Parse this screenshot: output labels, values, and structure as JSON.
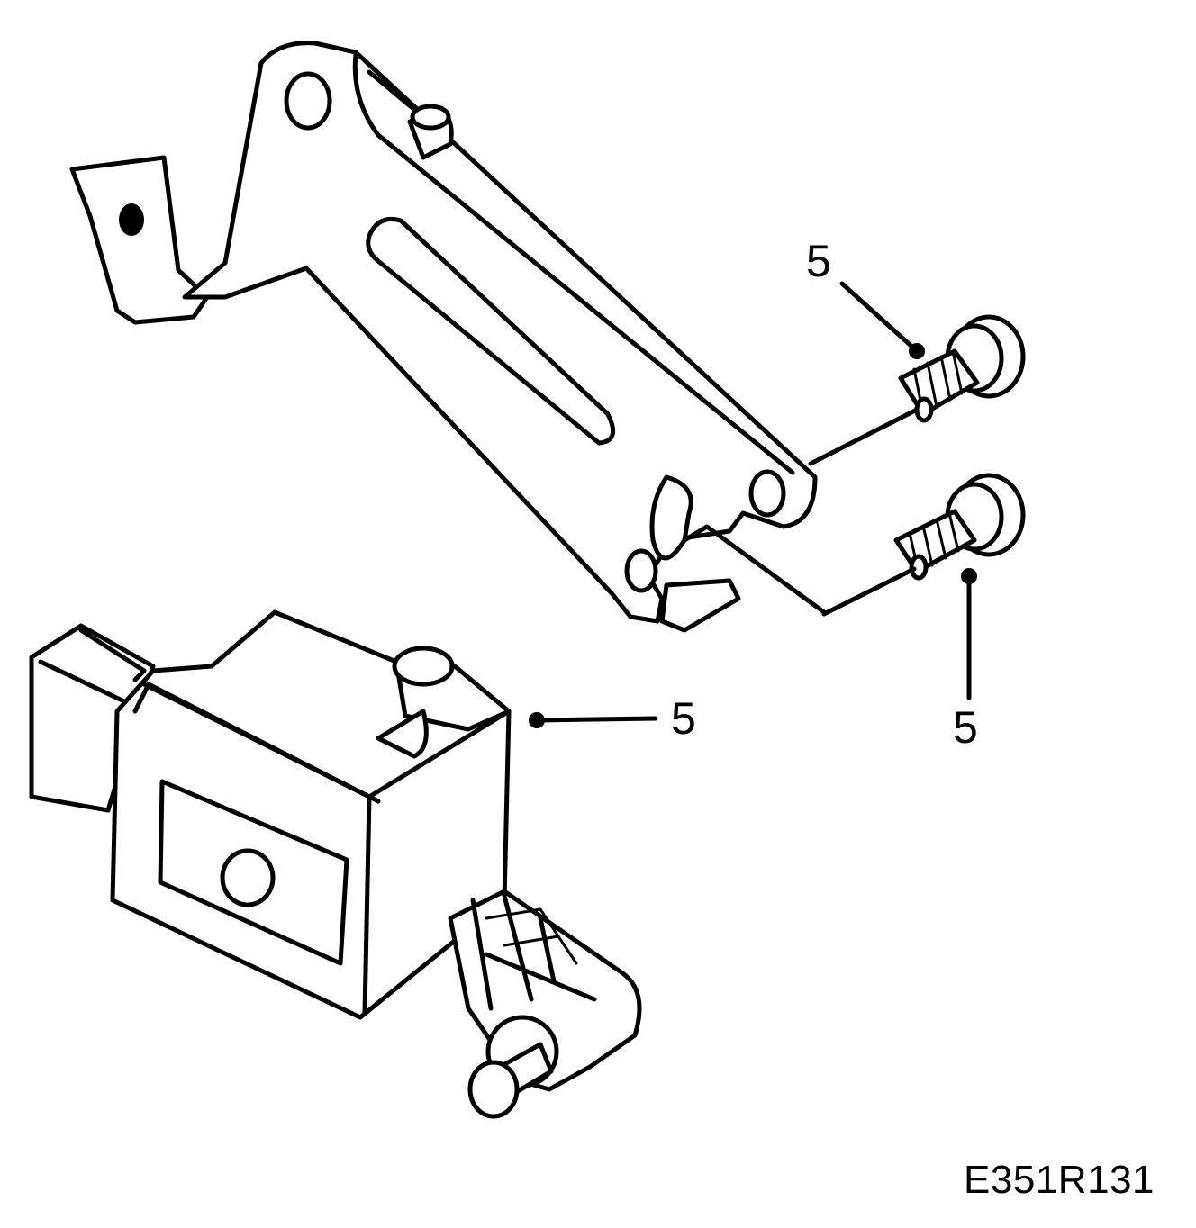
{
  "diagram": {
    "reference_code": "E351R131",
    "callouts": [
      {
        "id": "callout-a",
        "label": "5"
      },
      {
        "id": "callout-b",
        "label": "5"
      },
      {
        "id": "callout-c",
        "label": "5"
      }
    ],
    "colors": {
      "line": "#000000",
      "background": "#ffffff"
    }
  }
}
